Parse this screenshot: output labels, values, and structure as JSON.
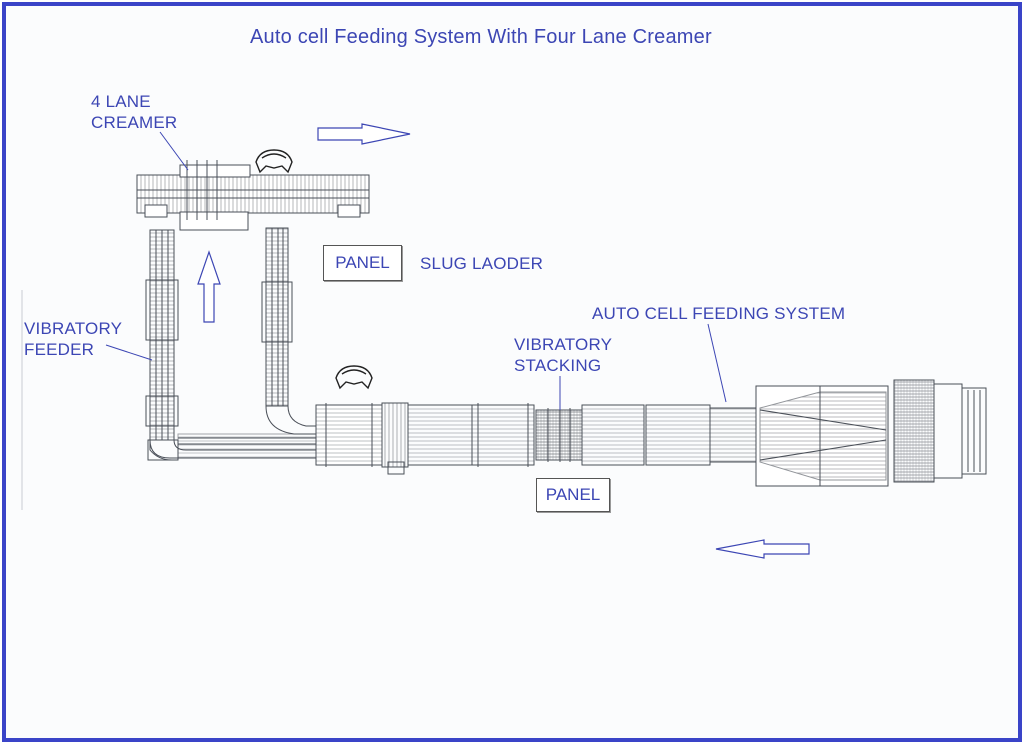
{
  "title": "Auto cell Feeding System With Four Lane Creamer",
  "labels": {
    "creamer_line1": "4 LANE",
    "creamer_line2": "CREAMER",
    "vib_feeder_line1": "VIBRATORY",
    "vib_feeder_line2": "FEEDER",
    "slug_loader": "SLUG LAODER",
    "auto_cell": "AUTO CELL FEEDING SYSTEM",
    "vib_stacking_line1": "VIBRATORY",
    "vib_stacking_line2": "STACKING"
  },
  "panels": {
    "upper": "PANEL",
    "lower": "PANEL"
  },
  "colors": {
    "border": "#3a44c8",
    "label": "#3c46b4",
    "drawing": "#4a4f58"
  }
}
